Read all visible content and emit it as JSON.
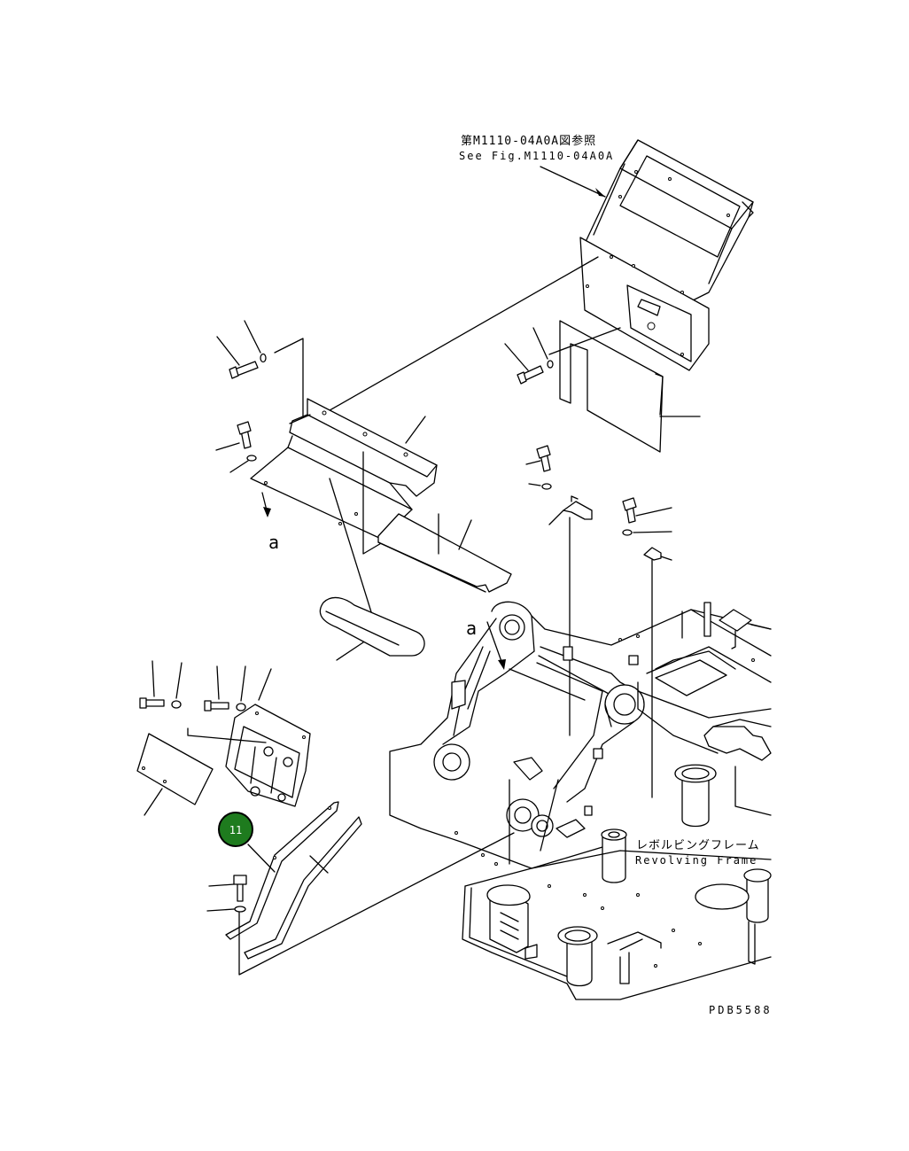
{
  "references": {
    "fig_ref_jp": "第M1110-04A0A図参照",
    "fig_ref_en": "See Fig.M1110-04A0A",
    "frame_jp": "レボルビングフレーム",
    "frame_en": "Revolving Frame",
    "drawing_code": "PDB5588"
  },
  "view_markers": {
    "marker_left": "a",
    "marker_center": "a"
  },
  "callout": {
    "number": "11",
    "color": "#1e7b1e"
  }
}
